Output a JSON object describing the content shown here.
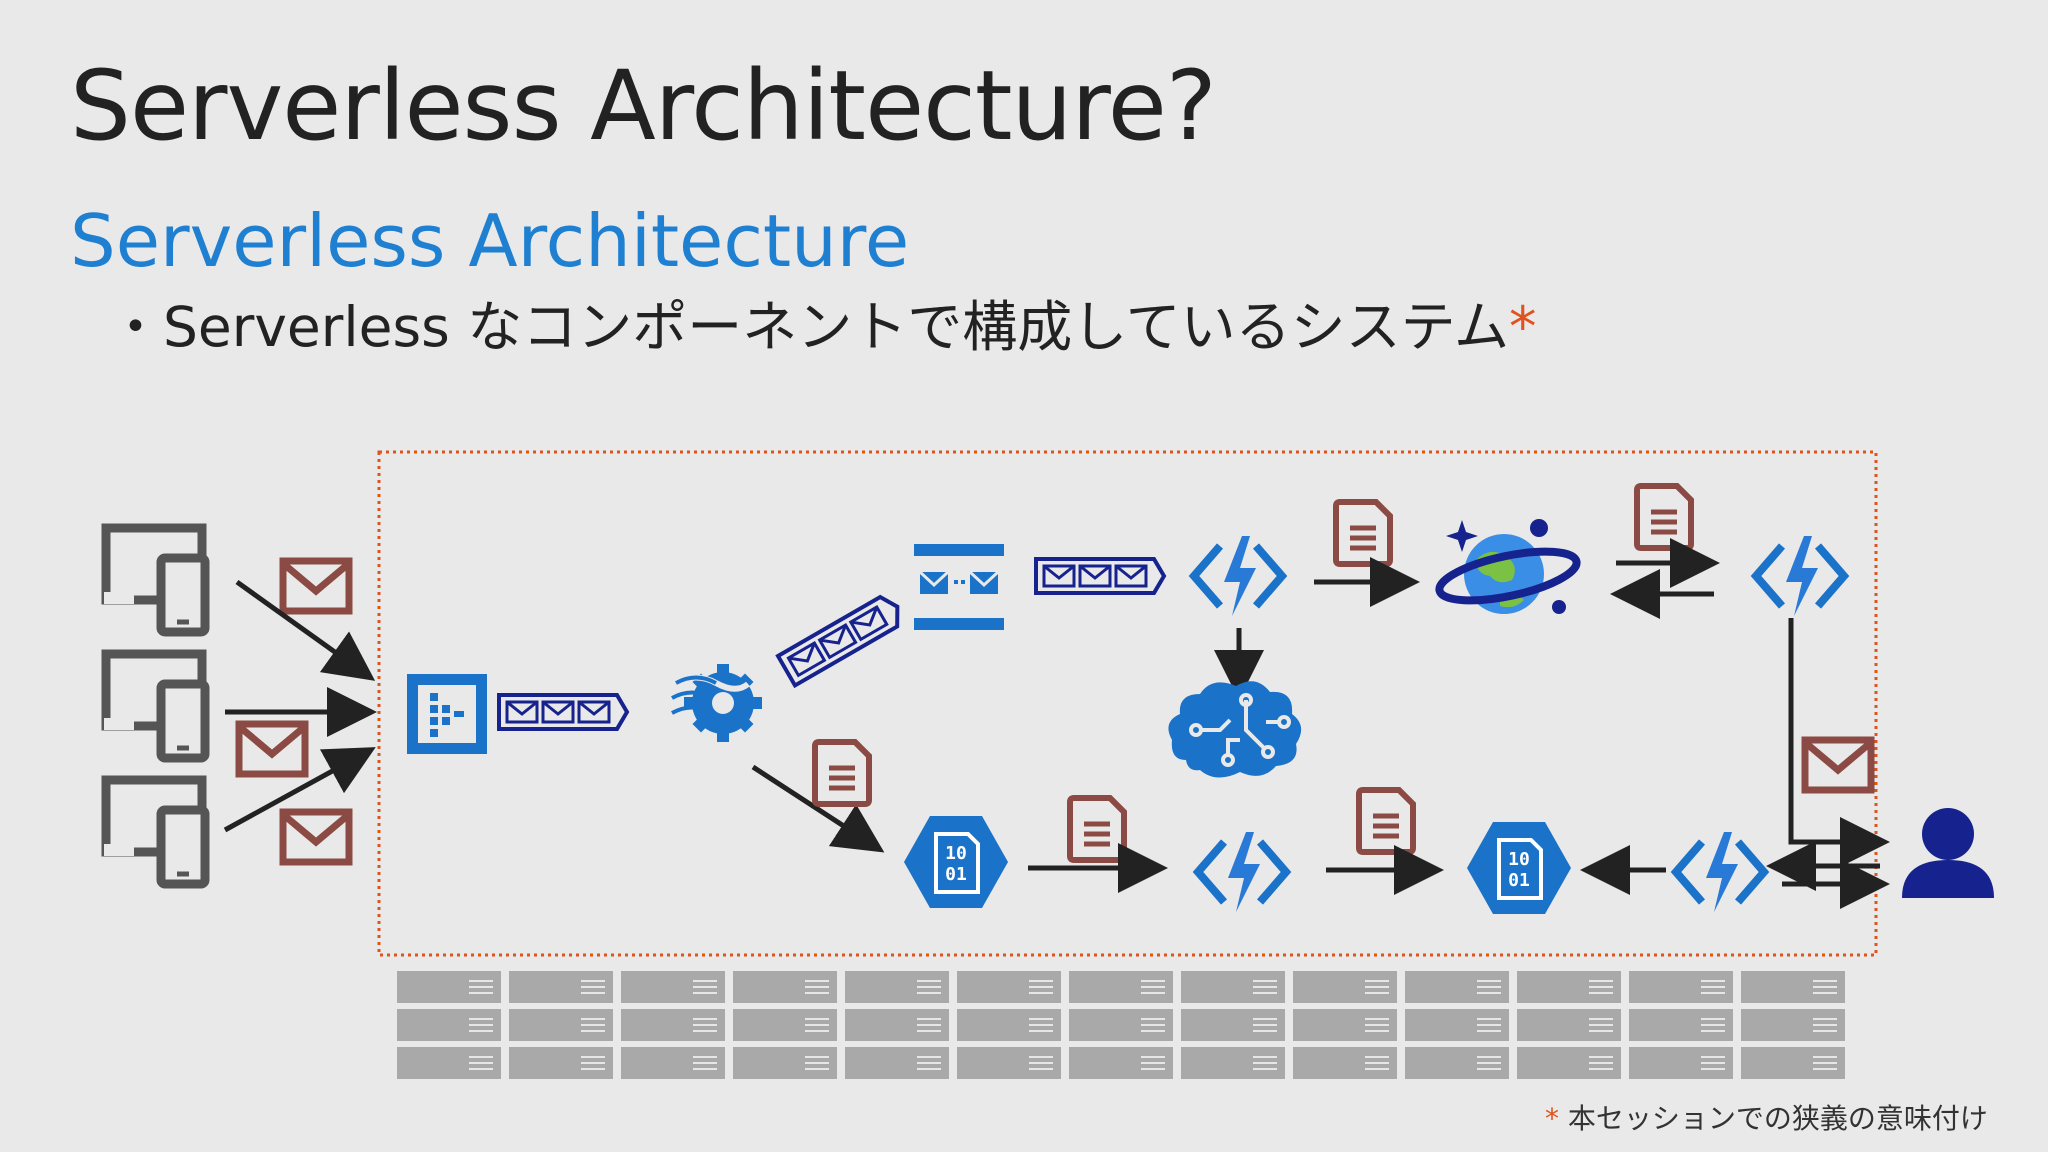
{
  "slide": {
    "title": "Serverless Architecture?",
    "subtitle": "Serverless Architecture",
    "bullet": "Serverless なコンポーネントで構成しているシステム",
    "bullet_marker": "・",
    "asterisk": "*",
    "footnote": "本セッションでの狭義の意味付け"
  },
  "icons": {
    "device": "devices-icon",
    "mail": "mail-icon",
    "document": "document-icon",
    "queue": "message-queue-icon",
    "event_hubs": "event-hubs-icon",
    "stream_analytics": "stream-analytics-icon",
    "service_bus": "service-bus-icon",
    "function": "function-icon",
    "cosmos_db": "cosmos-db-icon",
    "cognitive_services": "cognitive-services-icon",
    "blob_storage": "blob-storage-icon",
    "user": "user-icon",
    "server": "server-icon"
  },
  "blob_label_line1": "10",
  "blob_label_line2": "01",
  "colors": {
    "azure_blue": "#1a72c9",
    "navy": "#16228d",
    "mail_brown": "#8b4a43",
    "boundary_orange": "#e0531f",
    "server_gray": "#a9a9a9",
    "device_gray": "#555555"
  }
}
